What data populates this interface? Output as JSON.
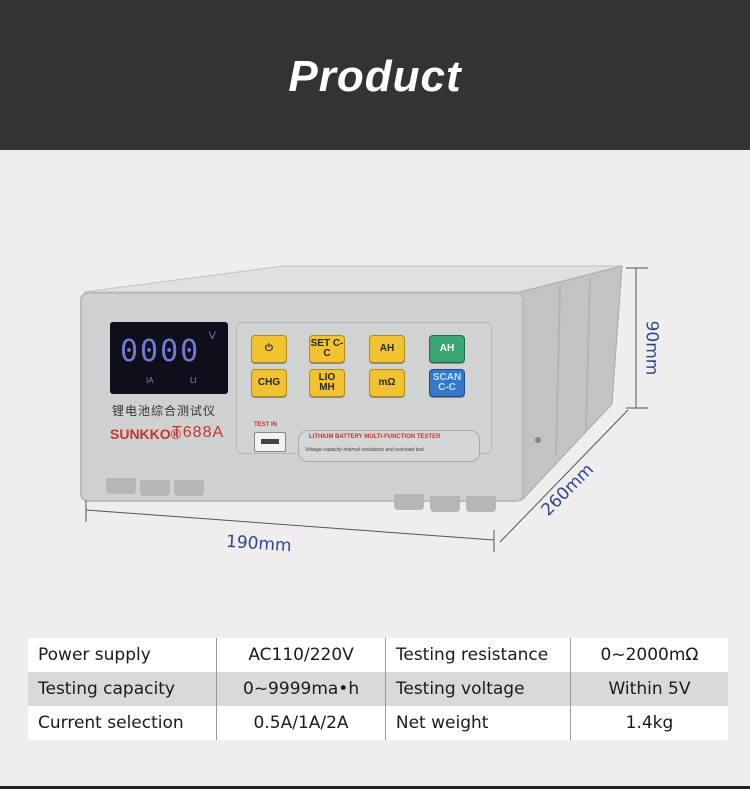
{
  "header": {
    "title": "Product"
  },
  "device": {
    "display": {
      "digits": "0000",
      "unit": "V",
      "label_a": "IA",
      "label_b": "LI"
    },
    "keys": [
      "⏻",
      "SET C-C",
      "AH",
      "AH",
      "CHG",
      "LIO MH",
      "mΩ",
      "SCAN C-C"
    ],
    "cn_label": "锂电池综合测试仪",
    "brand": "SUNKKO®",
    "model": "T688A",
    "usb_label": "TEST IN",
    "tagline_1": "LITHIUM BATTERY MULTI-FUNCTION TESTER",
    "tagline_2": "Voltage-capacity-internal resistance and overload test"
  },
  "dimensions": {
    "width": "190mm",
    "depth": "260mm",
    "height": "90mm"
  },
  "specs": [
    {
      "label1": "Power supply",
      "value1": "AC110/220V",
      "label2": "Testing resistance",
      "value2": "0~2000mΩ"
    },
    {
      "label1": "Testing capacity",
      "value1": "0~9999ma•h",
      "label2": "Testing voltage",
      "value2": "Within 5V"
    },
    {
      "label1": "Current selection",
      "value1": "0.5A/1A/2A",
      "label2": "Net weight",
      "value2": "1.4kg"
    }
  ]
}
